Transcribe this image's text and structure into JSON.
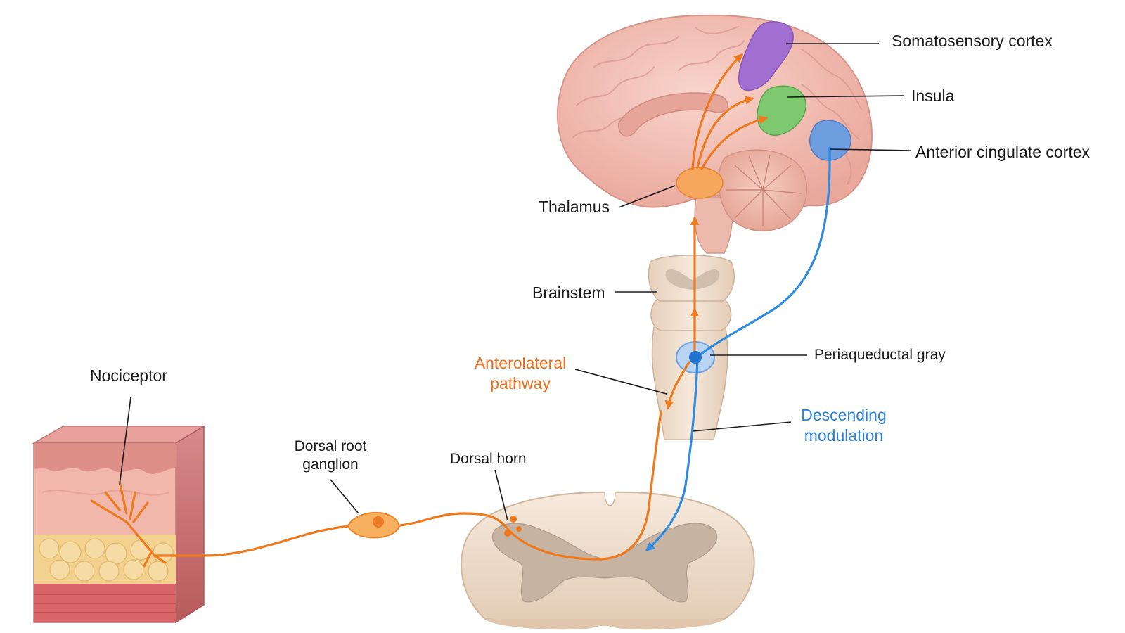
{
  "labels": {
    "somatosensory_cortex": "Somatosensory cortex",
    "insula": "Insula",
    "anterior_cingulate_cortex": "Anterior cingulate cortex",
    "thalamus": "Thalamus",
    "brainstem": "Brainstem",
    "periaqueductal_gray": "Periaqueductal gray",
    "anterolateral_pathway_line1": "Anterolateral",
    "anterolateral_pathway_line2": "pathway",
    "descending_modulation_line1": "Descending",
    "descending_modulation_line2": "modulation",
    "nociceptor": "Nociceptor",
    "dorsal_root_ganglion_line1": "Dorsal root",
    "dorsal_root_ganglion_line2": "ganglion",
    "dorsal_horn": "Dorsal horn"
  },
  "colors": {
    "ascending_pathway": "#ee7a1f",
    "descending_pathway": "#2f8be0",
    "somatosensory_region": "#a16fd1",
    "insula_region": "#7ec86f",
    "acc_region": "#6e9de0",
    "thalamus": "#f7a65e",
    "brain_tissue": "#f2bdb3",
    "spinal_tissue": "#eedccb",
    "gray_matter": "#c9b6a4"
  }
}
